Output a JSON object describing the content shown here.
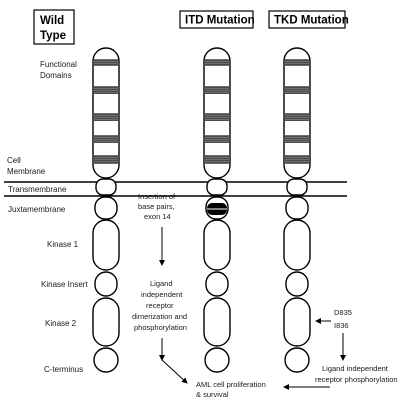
{
  "headers": {
    "wild_type_line1": "Wild",
    "wild_type_line2": "Type",
    "itd": "ITD Mutation",
    "tkd": "TKD Mutation"
  },
  "domain_labels": {
    "functional_line1": "Functional",
    "functional_line2": "Domains",
    "cell_membrane_line1": "Cell",
    "cell_membrane_line2": "Membrane",
    "transmembrane": "Transmembrane",
    "juxtamembrane": "Juxtamembrane",
    "kinase1": "Kinase 1",
    "kinase_insert": "Kinase Insert",
    "kinase2": "Kinase 2",
    "c_terminus": "C-terminus"
  },
  "annotations": {
    "itd_insertion": [
      "Insertion of",
      "base pairs,",
      "exon 14"
    ],
    "ligand_independent_dimerization": [
      "Ligand",
      "independent",
      "receptor",
      "dimerization and",
      "phosphorylation"
    ],
    "tkd_mutations": [
      "D835",
      "I836"
    ],
    "tkd_phosphorylation": [
      "Ligand independent",
      "receptor phosphorylation"
    ],
    "outcome": [
      "AML cell proliferation",
      "& survival"
    ]
  }
}
